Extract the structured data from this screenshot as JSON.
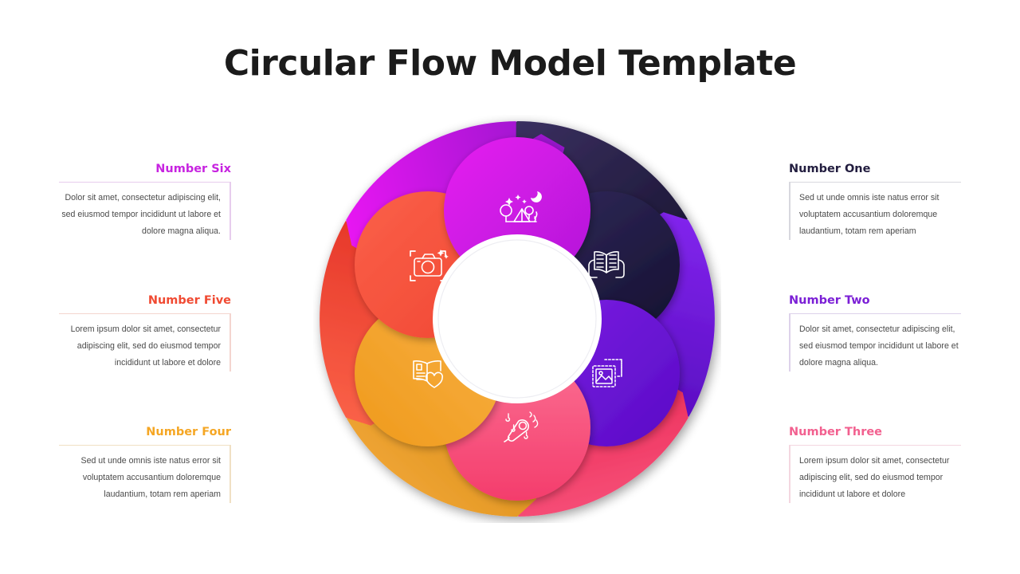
{
  "title": "Circular Flow Model Template",
  "colors": {
    "number_one": "#221d3f",
    "number_two": "#7b1fd6",
    "number_three": "#f2608f",
    "number_four": "#f5a623",
    "number_five": "#f04a32",
    "number_six": "#c724e0",
    "body_text": "#4a4a4a",
    "title_text": "#1b1b1b",
    "rule": "#d9d9e0",
    "center_circle": "#ffffff"
  },
  "blocks": [
    {
      "id": "number-one",
      "heading": "Number One",
      "body": "Sed ut unde omnis iste natus error sit voluptatem accusantium doloremque laudantium, totam rem aperiam",
      "side": "right",
      "accent": "#221d3f",
      "rule": "#d8d8de"
    },
    {
      "id": "number-two",
      "heading": "Number Two",
      "body": "Dolor sit amet, consectetur adipiscing elit, sed eiusmod tempor incididunt ut labore et dolore magna aliqua.",
      "side": "right",
      "accent": "#7b1fd6",
      "rule": "#ddd2ea"
    },
    {
      "id": "number-three",
      "heading": "Number Three",
      "body": "Lorem ipsum dolor sit amet, consectetur adipiscing elit, sed do eiusmod tempor incididunt ut labore et dolore",
      "side": "right",
      "accent": "#f2608f",
      "rule": "#f4d7e0"
    },
    {
      "id": "number-four",
      "heading": "Number Four",
      "body": "Sed ut unde omnis iste natus error sit voluptatem accusantium doloremque laudantium, totam rem aperiam",
      "side": "left",
      "accent": "#f5a623",
      "rule": "#f0e0c4"
    },
    {
      "id": "number-five",
      "heading": "Number Five",
      "body": "Lorem ipsum dolor sit amet, consectetur adipiscing elit, sed do eiusmod tempor incididunt ut labore et dolore",
      "side": "left",
      "accent": "#f04a32",
      "rule": "#f4d5cf"
    },
    {
      "id": "number-six",
      "heading": "Number Six",
      "body": "Dolor sit amet, consectetur adipiscing elit, sed eiusmod tempor incididunt ut labore et dolore magna aliqua.",
      "side": "left",
      "accent": "#c724e0",
      "rule": "#e7cced"
    }
  ],
  "diagram": {
    "type": "circular-flow-pinwheel",
    "segment_count": 6,
    "center_circle_color": "#ffffff",
    "segments": [
      {
        "id": "segment-one",
        "label": "Number One",
        "icon": "open-book-hands-icon",
        "color_start": "#2b2350",
        "color_end": "#14102b",
        "angle_deg": 0
      },
      {
        "id": "segment-two",
        "label": "Number Two",
        "icon": "photo-stamps-icon",
        "color_start": "#7b1fe0",
        "color_end": "#5207b8",
        "angle_deg": 60
      },
      {
        "id": "segment-three",
        "label": "Number Three",
        "icon": "party-microphone-icon",
        "color_start": "#fb5f86",
        "color_end": "#e7123f",
        "angle_deg": 120
      },
      {
        "id": "segment-four",
        "label": "Number Four",
        "icon": "book-heart-icon",
        "color_start": "#f7a93a",
        "color_end": "#d98a12",
        "angle_deg": 180
      },
      {
        "id": "segment-five",
        "label": "Number Five",
        "icon": "camera-icon",
        "color_start": "#fa5940",
        "color_end": "#dc2626",
        "angle_deg": 240
      },
      {
        "id": "segment-six",
        "label": "Number Six",
        "icon": "camping-tent-icon",
        "color_start": "#e316f0",
        "color_end": "#8a12c4",
        "angle_deg": 300
      }
    ]
  }
}
